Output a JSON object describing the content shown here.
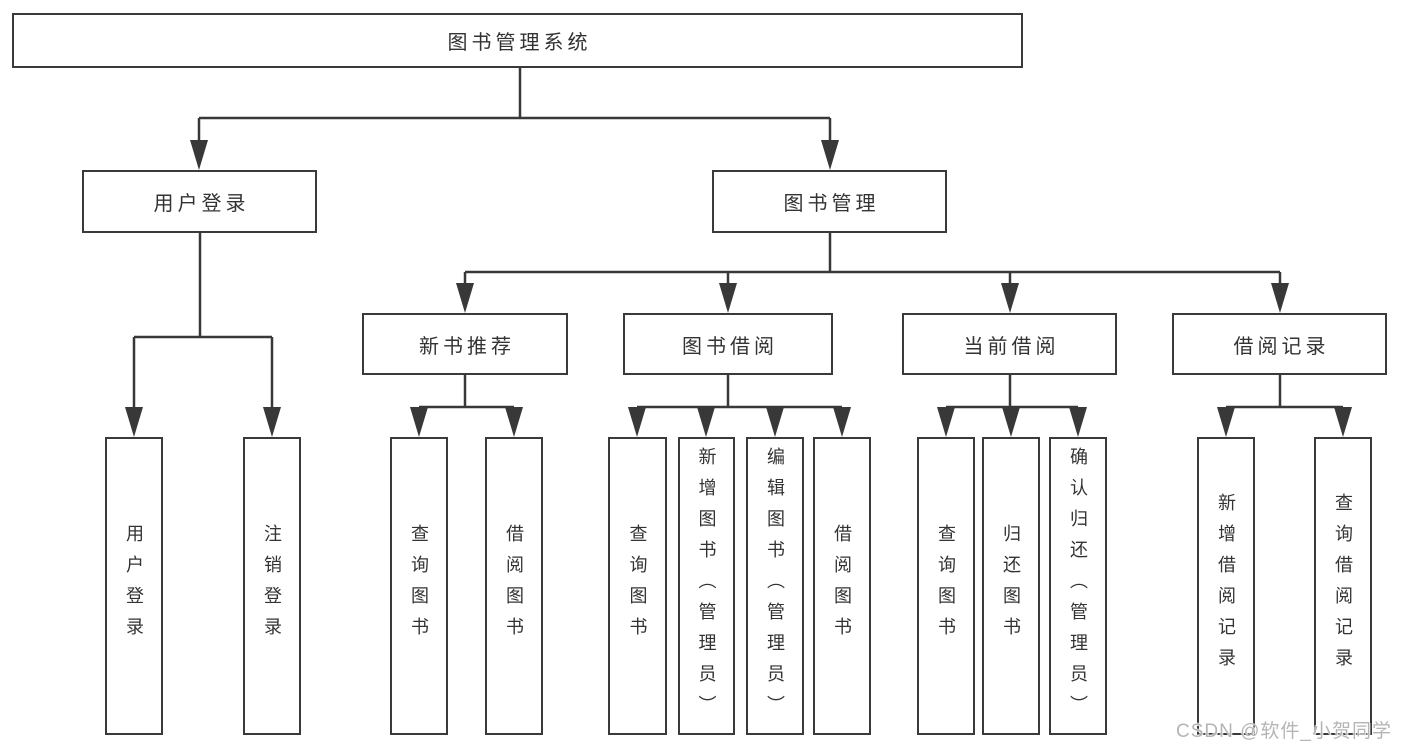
{
  "colors": {
    "line": "#383838",
    "box_border": "#3a3a3a",
    "text": "#333333",
    "background": "#ffffff",
    "watermark": "#b5b5b5"
  },
  "watermark": {
    "text": "CSDN @软件_小贺同学"
  },
  "root": {
    "label": "图书管理系统"
  },
  "level2": {
    "user_login": {
      "label": "用户登录",
      "children": {
        "login": {
          "label": "用户登录"
        },
        "logout": {
          "label": "注销登录"
        }
      }
    },
    "book_mgmt": {
      "label": "图书管理",
      "children": {
        "new_books": {
          "label": "新书推荐",
          "children": {
            "query": {
              "label": "查询图书"
            },
            "borrow": {
              "label": "借阅图书"
            }
          }
        },
        "borrowing": {
          "label": "图书借阅",
          "children": {
            "query": {
              "label": "查询图书"
            },
            "add": {
              "label": "新增图书（管理员）"
            },
            "edit": {
              "label": "编辑图书（管理员）"
            },
            "borrow": {
              "label": "借阅图书"
            }
          }
        },
        "current": {
          "label": "当前借阅",
          "children": {
            "query": {
              "label": "查询图书"
            },
            "return": {
              "label": "归还图书"
            },
            "confirm": {
              "label": "确认归还（管理员）"
            }
          }
        },
        "records": {
          "label": "借阅记录",
          "children": {
            "add": {
              "label": "新增借阅记录"
            },
            "query": {
              "label": "查询借阅记录"
            }
          }
        }
      }
    }
  }
}
